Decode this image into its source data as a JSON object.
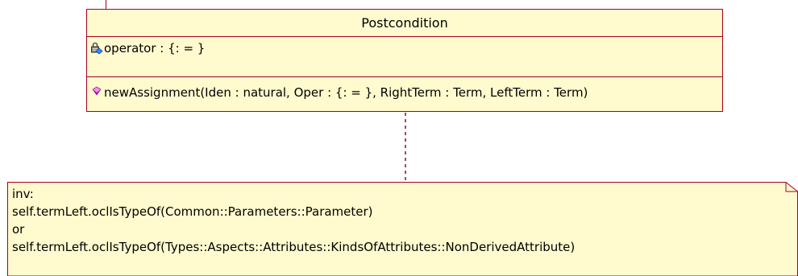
{
  "class": {
    "name": "Postcondition",
    "attributes": [
      {
        "text": "operator : {: = }",
        "icon": "private-attribute-lock-icon"
      }
    ],
    "operations": [
      {
        "text": "newAssignment(Iden : natural, Oper : {: = }, RightTerm : Term, LeftTerm : Term)",
        "icon": "public-operation-diamond-icon"
      }
    ]
  },
  "note": {
    "lines": [
      "inv:",
      "self.termLeft.oclIsTypeOf(Common::Parameters::Parameter)",
      "or",
      "self.termLeft.oclIsTypeOf(Types::Aspects::Attributes::KindsOfAttributes::NonDerivedAttribute)"
    ]
  },
  "colors": {
    "box_fill": "#fffbcf",
    "box_border": "#a50021",
    "connector": "#a50021",
    "operation_icon": "#d100d1"
  }
}
